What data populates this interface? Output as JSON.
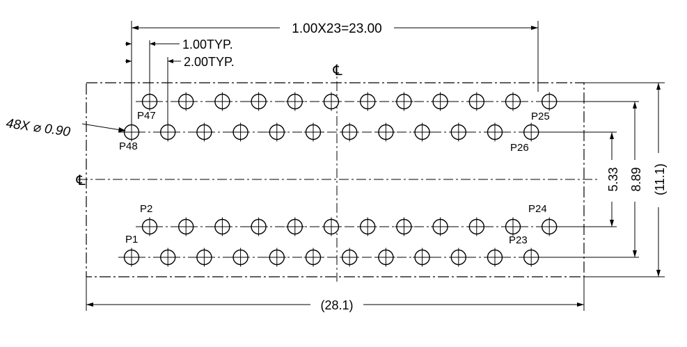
{
  "dimensions": {
    "pitch_total": "1.00X23=23.00",
    "stagger": "1.00TYP.",
    "pitch": "2.00TYP.",
    "hole_spec": "48X",
    "hole_dia": "0.90",
    "overall_width": "(28.1)",
    "overall_height": "(11.1)",
    "row_span_inner": "5.33",
    "row_span_outer": "8.89"
  },
  "centerline_symbol": "℄",
  "diameter_symbol": "⌀",
  "pins": {
    "p47": "P47",
    "p48": "P48",
    "p25": "P25",
    "p26": "P26",
    "p2": "P2",
    "p1": "P1",
    "p24": "P24",
    "p23": "P23"
  }
}
